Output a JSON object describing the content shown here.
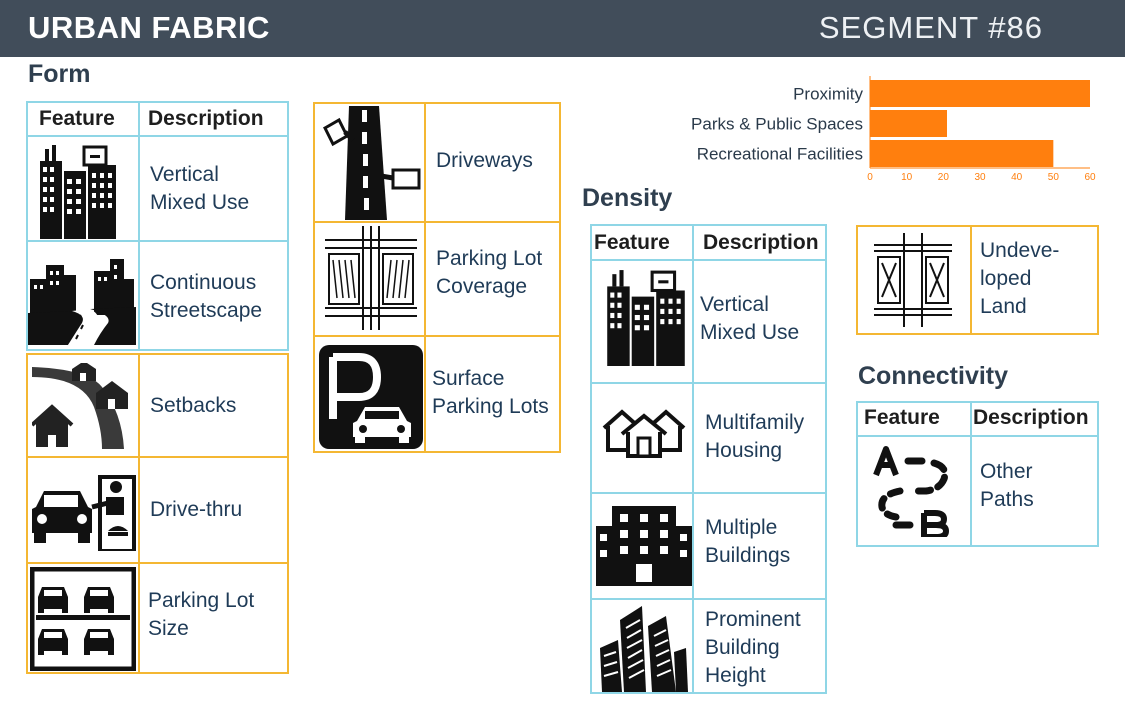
{
  "header": {
    "title": "URBAN FABRIC",
    "segment": "SEGMENT #86"
  },
  "form": {
    "title": "Form",
    "table_headers": {
      "feature": "Feature",
      "description": "Description"
    },
    "rows_a": [
      {
        "icon": "vertical-mixed-use-icon",
        "label": "Vertical\nMixed Use"
      },
      {
        "icon": "streetscape-icon",
        "label": "Continuous\n Streetscape"
      }
    ],
    "rows_b": [
      {
        "icon": "setbacks-icon",
        "label": "Setbacks"
      },
      {
        "icon": "drive-thru-icon",
        "label": "Drive-thru"
      },
      {
        "icon": "parking-lot-size-icon",
        "label": "Parking Lot\nSize"
      }
    ],
    "rows_c": [
      {
        "icon": "driveways-icon",
        "label": "Driveways"
      },
      {
        "icon": "parking-coverage-icon",
        "label": "Parking Lot\nCoverage"
      },
      {
        "icon": "parking-sign-icon",
        "label": "Surface\nParking Lots"
      }
    ]
  },
  "chart_data": {
    "type": "bar",
    "orientation": "horizontal",
    "categories": [
      "Proximity",
      "Parks & Public Spaces",
      "Recreational Facilities"
    ],
    "values": [
      60,
      21,
      50
    ],
    "xlim": [
      0,
      60
    ],
    "xticks": [
      0,
      10,
      20,
      30,
      40,
      50,
      60
    ],
    "bar_color": "#ff7f0e"
  },
  "density": {
    "title": "Density",
    "table_headers": {
      "feature": "Feature",
      "description": "Description"
    },
    "rows": [
      {
        "icon": "vertical-mixed-use-icon",
        "label": "Vertical\nMixed Use"
      },
      {
        "icon": "multifamily-icon",
        "label": "Multifamily\nHousing"
      },
      {
        "icon": "multiple-buildings-icon",
        "label": "Multiple\nBuildings"
      },
      {
        "icon": "building-height-icon",
        "label": "Prominent\nBuilding\nHeight"
      }
    ]
  },
  "land": {
    "icon": "undeveloped-land-icon",
    "label": "Undeve-\nloped\nLand"
  },
  "connectivity": {
    "title": "Connectivity",
    "table_headers": {
      "feature": "Feature",
      "description": "Description"
    },
    "rows": [
      {
        "icon": "paths-icon",
        "label": "Other\nPaths"
      }
    ]
  },
  "colors": {
    "header_bg": "#414d5a",
    "blue_border": "#8fd6e6",
    "gold_border": "#f4b733",
    "bar": "#ff7f0e"
  }
}
